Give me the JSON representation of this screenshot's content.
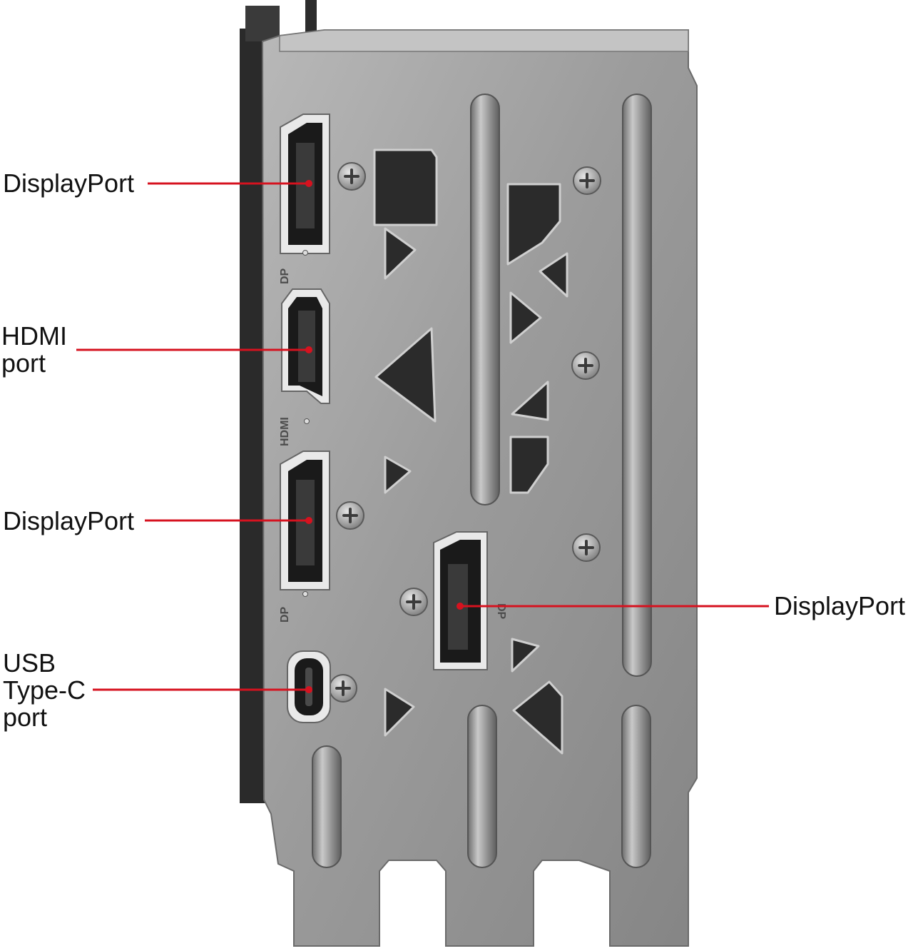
{
  "figure": {
    "labels": [
      {
        "lines": [
          "DisplayPort"
        ]
      },
      {
        "lines": [
          "HDMI",
          "port"
        ]
      },
      {
        "lines": [
          "DisplayPort"
        ]
      },
      {
        "lines": [
          "USB",
          "Type-C",
          "port"
        ]
      },
      {
        "lines": [
          "DisplayPort"
        ]
      }
    ],
    "engraved": {
      "dp_top": "DP",
      "hdmi": "HDMI",
      "dp_mid": "DP",
      "dp_right": "DP"
    }
  },
  "colors": {
    "leader_line": "#d6121f",
    "bracket": "#9a9a9a",
    "bracket_dark": "#5c5c5c",
    "port_dark": "#1a1a1a"
  },
  "icons": [
    "screw-icon"
  ]
}
